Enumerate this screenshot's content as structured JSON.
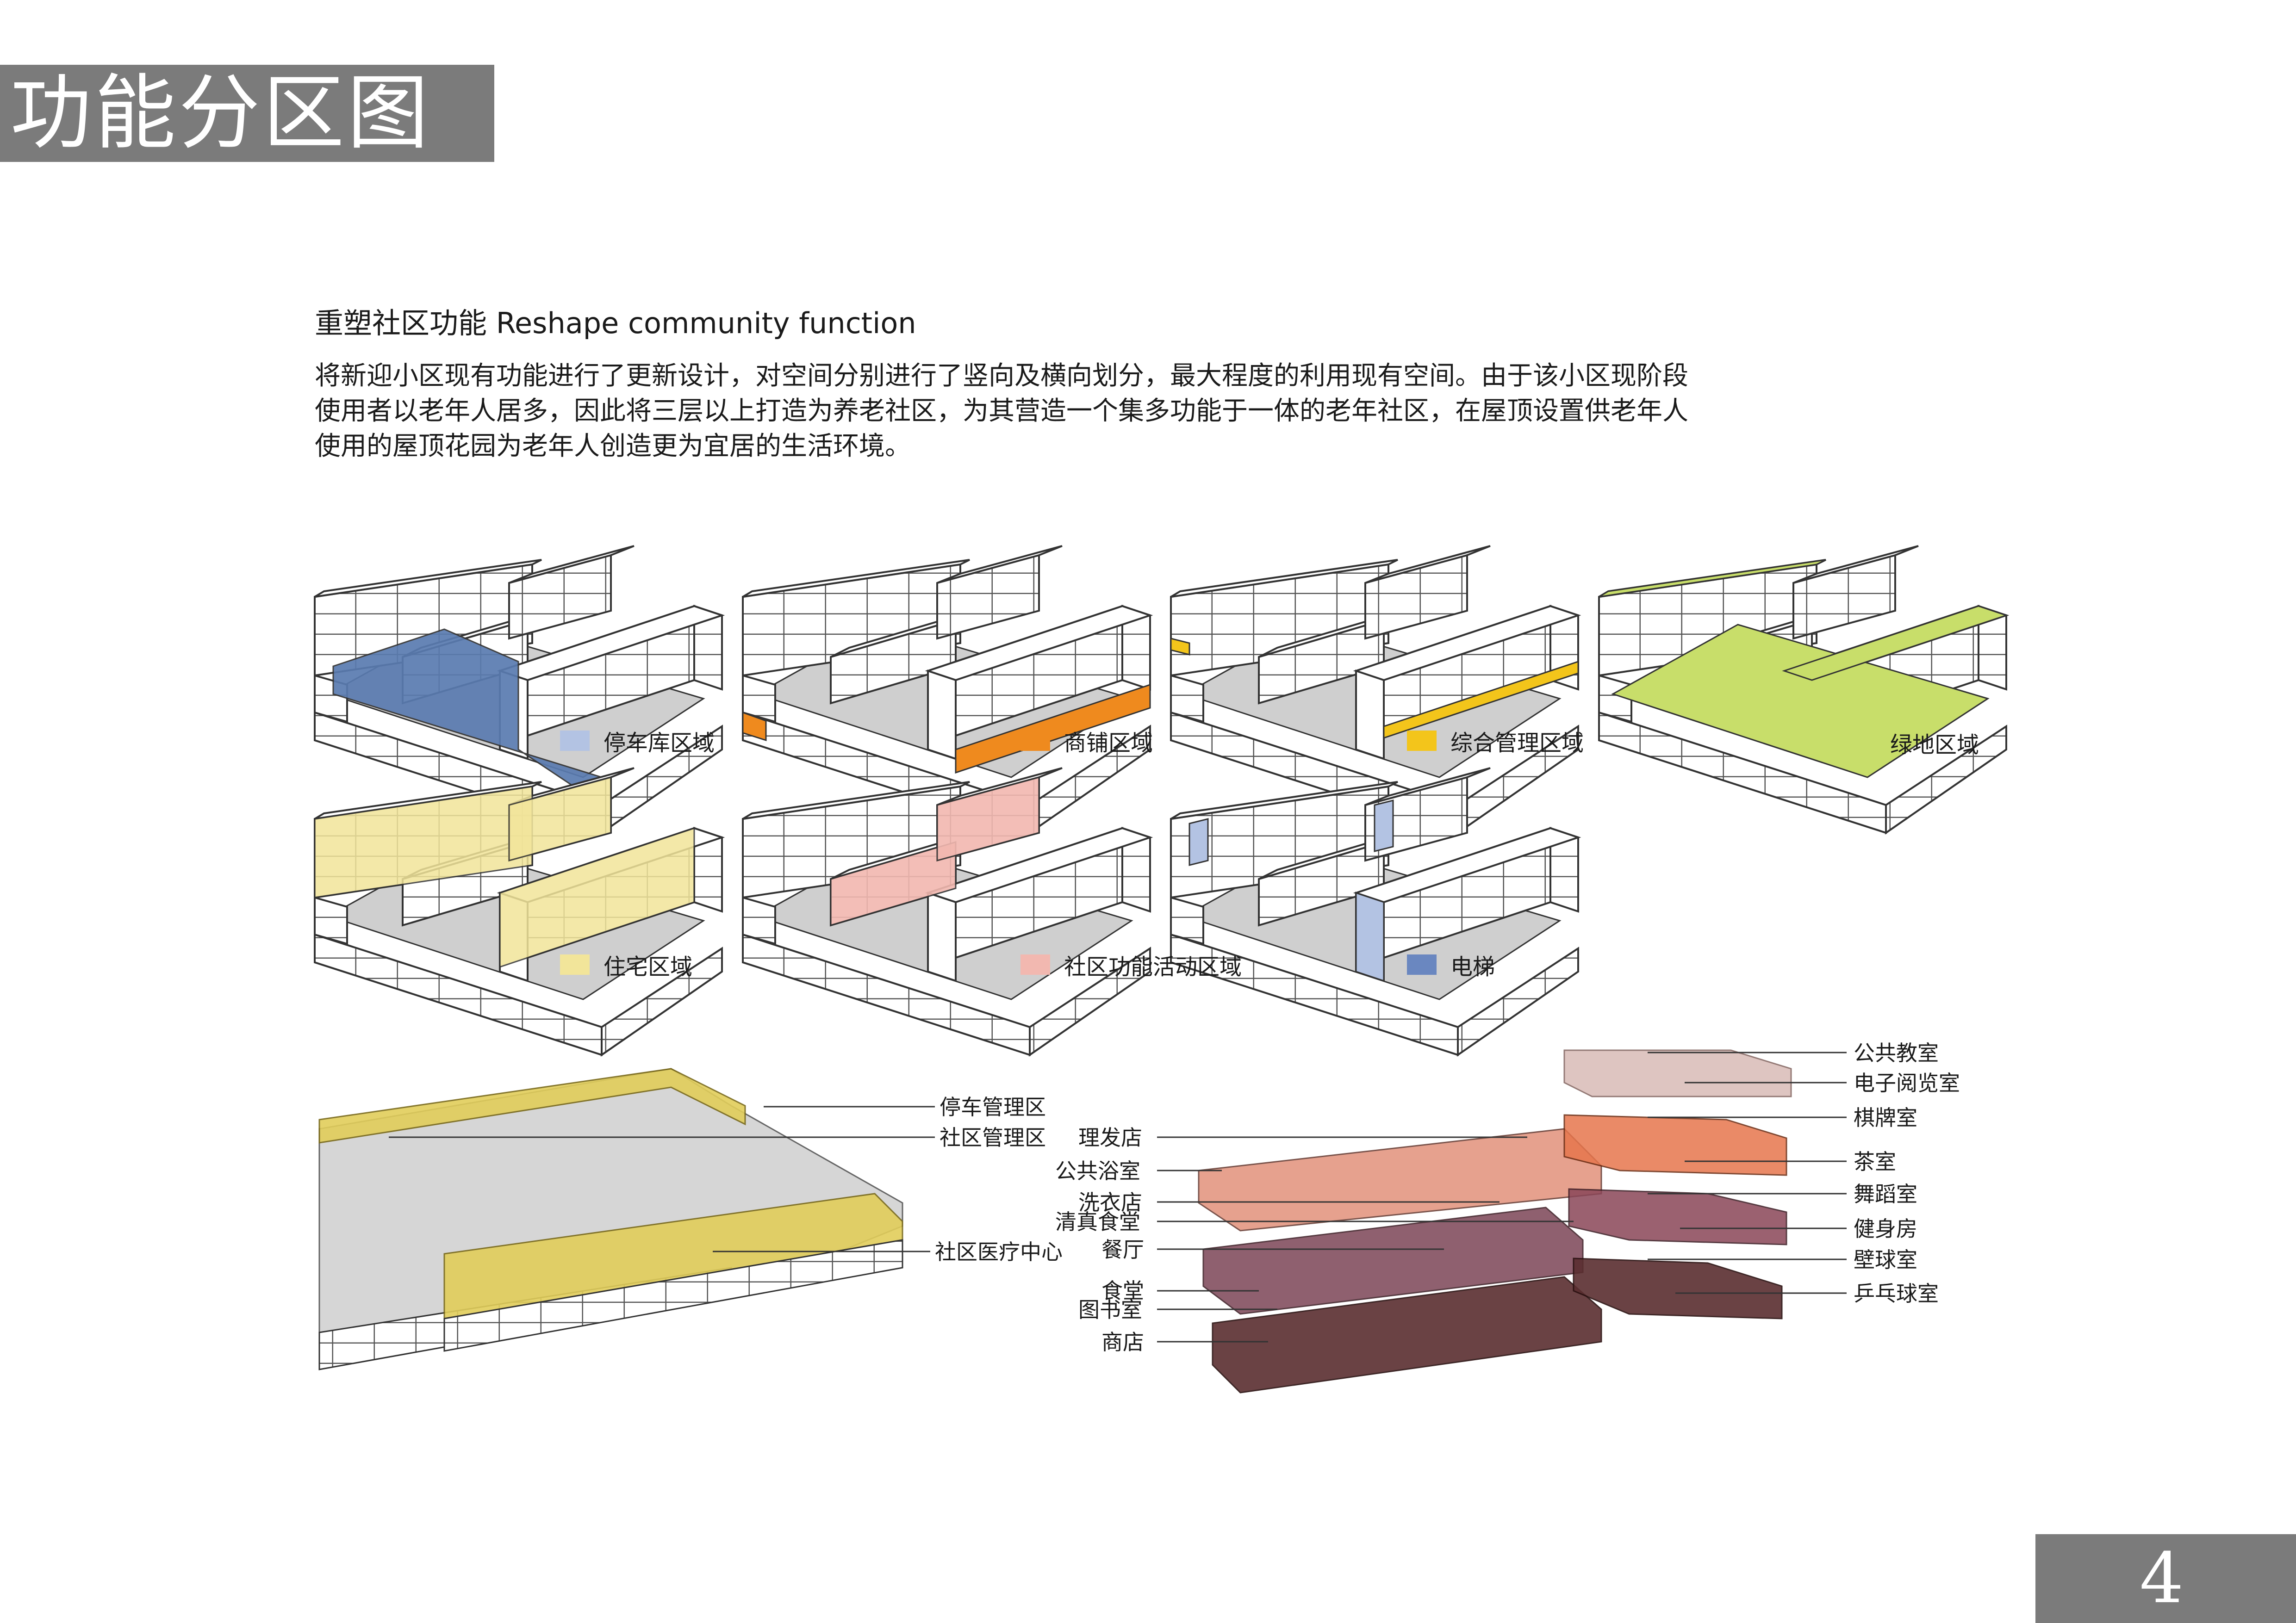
{
  "header": {
    "title": "功能分区图"
  },
  "section": {
    "heading": "重塑社区功能 Reshape community function",
    "paragraph_lines": [
      "将新迎小区现有功能进行了更新设计，对空间分别进行了竖向及横向划分，最大程度的利用现有空间。由于该小区现阶段",
      "使用者以老年人居多，因此将三层以上打造为养老社区，为其营造一个集多功能于一体的老年社区，在屋顶设置供老年人",
      "使用的屋顶花园为老年人创造更为宜居的生活环境。"
    ]
  },
  "legend": [
    {
      "label": "停车库区域",
      "color": "#b3c3e3"
    },
    {
      "label": "商铺区域",
      "color": "#ef8a1e"
    },
    {
      "label": "综合管理区域",
      "color": "#f3c51b"
    },
    {
      "label": "绿地区域",
      "color": "#c8de6a"
    },
    {
      "label": "住宅区域",
      "color": "#f2e59a"
    },
    {
      "label": "社区功能活动区域",
      "color": "#f2b8b0"
    },
    {
      "label": "电梯",
      "color": "#6a87c0"
    }
  ],
  "left_section_labels": [
    "停车管理区",
    "社区管理区",
    "社区医疗中心"
  ],
  "exploded_left_labels": [
    "理发店",
    "公共浴室",
    "洗衣店",
    "清真食堂",
    "餐厅",
    "食堂",
    "图书室",
    "商店"
  ],
  "exploded_right_labels": [
    "公共教室",
    "电子阅览室",
    "棋牌室",
    "茶室",
    "舞蹈室",
    "健身房",
    "壁球室",
    "乒乓球室"
  ],
  "page_number": "4"
}
